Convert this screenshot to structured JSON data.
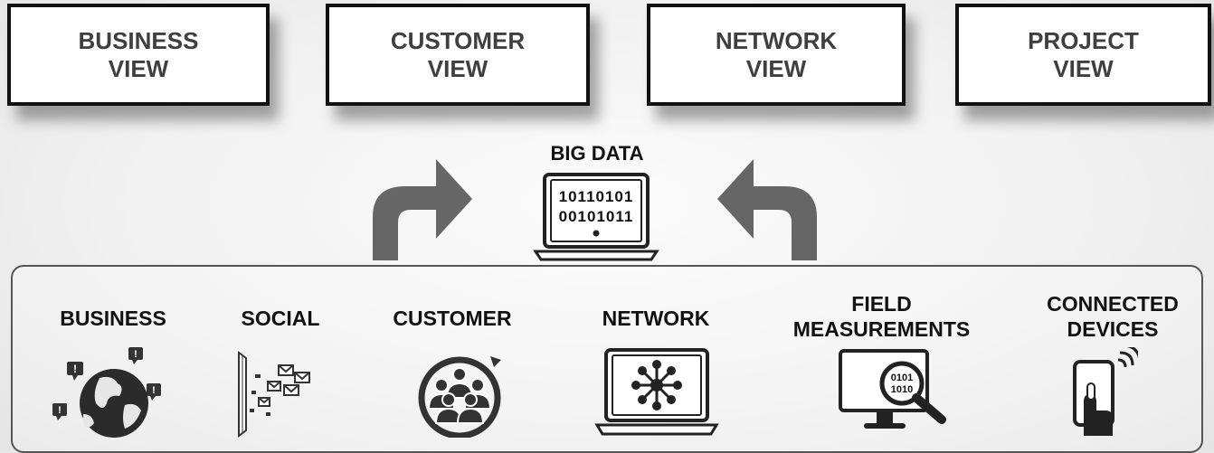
{
  "views": [
    {
      "id": "business",
      "label": "BUSINESS\nVIEW"
    },
    {
      "id": "customer",
      "label": "CUSTOMER\nVIEW"
    },
    {
      "id": "network",
      "label": "NETWORK\nVIEW"
    },
    {
      "id": "project",
      "label": "PROJECT\nVIEW"
    }
  ],
  "big_data": {
    "title": "BIG DATA",
    "binary_line_1": "10110101",
    "binary_line_2": "00101011",
    "icon": "laptop-binary-icon"
  },
  "sources": [
    {
      "id": "business",
      "label": "BUSINESS",
      "icon": "globe-chat-icon"
    },
    {
      "id": "social",
      "label": "SOCIAL",
      "icon": "social-messages-icon"
    },
    {
      "id": "customer",
      "label": "CUSTOMER",
      "icon": "people-group-icon"
    },
    {
      "id": "network",
      "label": "NETWORK",
      "icon": "laptop-network-icon"
    },
    {
      "id": "field",
      "label": "FIELD\nMEASUREMENTS",
      "icon": "monitor-magnifier-icon",
      "binary": "0101\n1010"
    },
    {
      "id": "devices",
      "label": "CONNECTED\nDEVICES",
      "icon": "touch-device-icon"
    }
  ]
}
